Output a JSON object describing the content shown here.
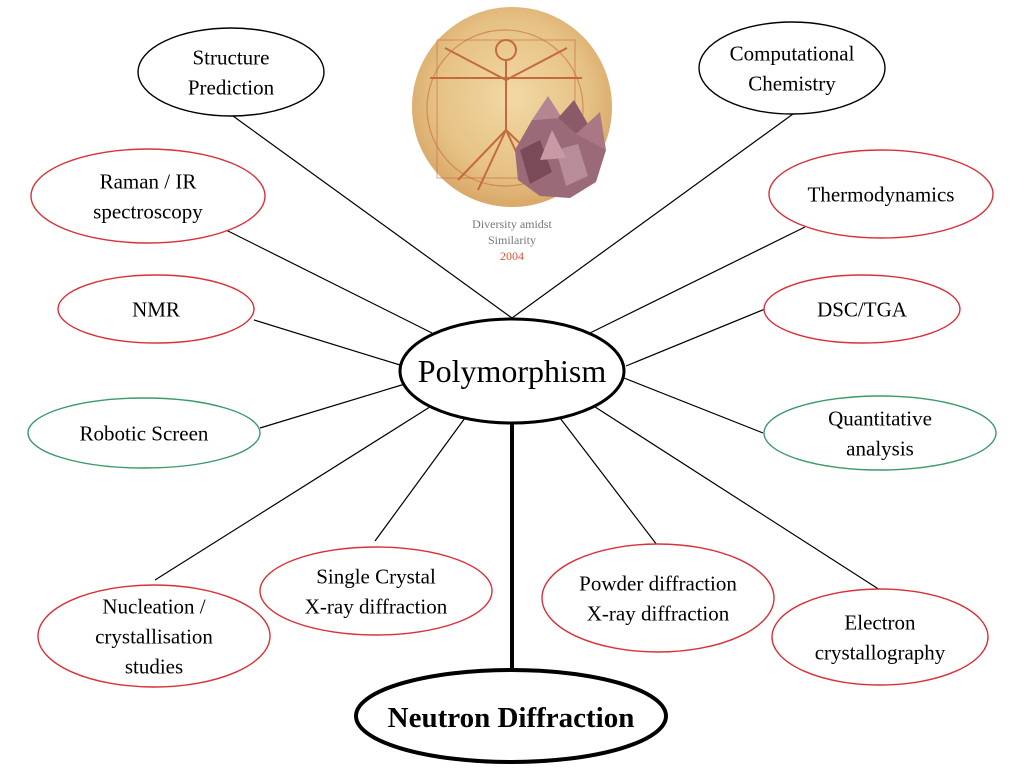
{
  "colors": {
    "edge": "#000000",
    "red_outline": "#d9303a",
    "green_outline": "#3a9a6a",
    "black_outline": "#000000",
    "emblem_bg": "#e9c98c",
    "emblem_figure": "#c9744a",
    "crystal": "#9a6a78",
    "emblem_caption": "#777777",
    "emblem_year": "#d9533a"
  },
  "emblem": {
    "caption_line1": "Diversity amidst",
    "caption_line2": "Similarity",
    "year": "2004",
    "icon": "vitruvian-man-crystal-logo"
  },
  "center": {
    "label": "Polymorphism"
  },
  "highlight": {
    "label": "Neutron Diffraction"
  },
  "nodes": [
    {
      "id": "structure-prediction",
      "lines": [
        "Structure",
        "Prediction"
      ],
      "outline": "black"
    },
    {
      "id": "computational-chemistry",
      "lines": [
        "Computational",
        "Chemistry"
      ],
      "outline": "black"
    },
    {
      "id": "raman-ir",
      "lines": [
        "Raman / IR",
        "spectroscopy"
      ],
      "outline": "red"
    },
    {
      "id": "thermodynamics",
      "lines": [
        "Thermodynamics"
      ],
      "outline": "red"
    },
    {
      "id": "nmr",
      "lines": [
        "NMR"
      ],
      "outline": "red"
    },
    {
      "id": "dsc-tga",
      "lines": [
        "DSC/TGA"
      ],
      "outline": "red"
    },
    {
      "id": "robotic-screen",
      "lines": [
        "Robotic Screen"
      ],
      "outline": "green"
    },
    {
      "id": "quantitative-analysis",
      "lines": [
        "Quantitative",
        "analysis"
      ],
      "outline": "green"
    },
    {
      "id": "nucleation",
      "lines": [
        "Nucleation /",
        "crystallisation",
        "studies"
      ],
      "outline": "red"
    },
    {
      "id": "single-crystal",
      "lines": [
        "Single Crystal",
        "X-ray diffraction"
      ],
      "outline": "red"
    },
    {
      "id": "powder-diffraction",
      "lines": [
        "Powder diffraction",
        "X-ray diffraction"
      ],
      "outline": "red"
    },
    {
      "id": "electron-crystallography",
      "lines": [
        "Electron",
        "crystallography"
      ],
      "outline": "red"
    }
  ]
}
